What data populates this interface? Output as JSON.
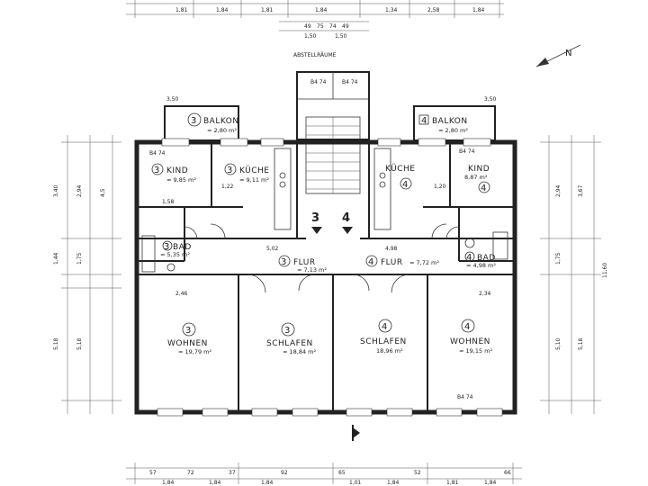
{
  "stairwell": {
    "label": "ABSTELLRÄUME",
    "flat_3": "3",
    "flat_4": "4"
  },
  "rooms": [
    {
      "id": "balkon-left",
      "unit": "3",
      "name": "BALKON",
      "area": "≈ 2,80 m²"
    },
    {
      "id": "balkon-right",
      "unit": "4",
      "name": "BALKON",
      "area": "≈ 2,80 m²"
    },
    {
      "id": "kind-left",
      "unit": "3",
      "name": "KIND",
      "area": "≈ 9,85 m²"
    },
    {
      "id": "kueche-left",
      "unit": "3",
      "name": "KÜCHE",
      "area": "≈ 9,11 m²"
    },
    {
      "id": "kueche-right",
      "unit": "4",
      "name": "KÜCHE",
      "area": ""
    },
    {
      "id": "kind-right",
      "unit": "4",
      "name": "KIND",
      "area": "8,87 m²"
    },
    {
      "id": "bad-left",
      "unit": "3",
      "name": "BAD",
      "area": "≈ 5,35 m²"
    },
    {
      "id": "flur-left",
      "unit": "3",
      "name": "FLUR",
      "area": "≈ 7,13 m²"
    },
    {
      "id": "flur-right",
      "unit": "4",
      "name": "FLUR",
      "area": "≈ 7,72 m²"
    },
    {
      "id": "bad-right",
      "unit": "4",
      "name": "BAD",
      "area": "≈ 4,98 m²"
    },
    {
      "id": "wohnen-left",
      "unit": "3",
      "name": "WOHNEN",
      "area": "≈ 19,79 m²"
    },
    {
      "id": "schlafen-left",
      "unit": "3",
      "name": "SCHLAFEN",
      "area": "≈ 18,84 m²"
    },
    {
      "id": "schlafen-right",
      "unit": "4",
      "name": "SCHLAFEN",
      "area": "18,96 m²"
    },
    {
      "id": "wohnen-right",
      "unit": "4",
      "name": "WOHNEN",
      "area": "≈ 19,15 m²"
    }
  ],
  "dimensions": {
    "top_row": [
      "1,81",
      "1,84",
      "1,81",
      "1,84",
      "1,34",
      "2,58",
      "1,84"
    ],
    "top_mid": [
      "49",
      "75",
      "74",
      "49",
      "1,50",
      "1,50"
    ],
    "left": [
      "3,40",
      "2,94",
      "1,44",
      "1,75",
      "5,18",
      "5,18",
      "4,5"
    ],
    "right": [
      "2,94",
      "3,67",
      "1,75",
      "5,10",
      "5,18",
      "11,60"
    ],
    "bottom_row": [
      "1,84",
      "1,84",
      "1,84",
      "1,01",
      "1,84",
      "1,81",
      "1,84"
    ],
    "bottom_small": [
      "57",
      "72",
      "37",
      "92",
      "65",
      "52",
      "66"
    ],
    "inner": [
      "2,46",
      "2,34",
      "5,02",
      "4,98",
      "3,50",
      "3,50",
      "1,58",
      "1,22",
      "1,20"
    ],
    "window_marks": [
      "B4 74",
      "B4 74",
      "B4 74",
      "B4 74",
      "B4 74"
    ]
  },
  "north_arrow": "N"
}
